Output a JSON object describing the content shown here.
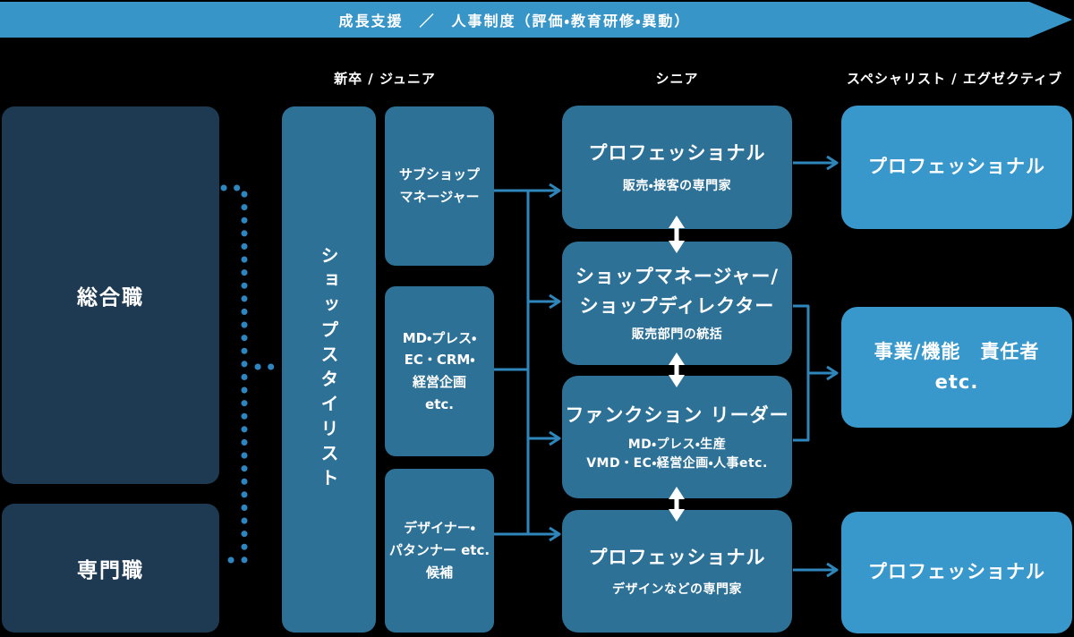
{
  "banner": {
    "label": "成長支援　／　人事制度（評価・教育研修・異動）"
  },
  "column_headers": {
    "junior": "新卒 / ジュニア",
    "senior": "シニア",
    "executive": "スペシャリスト / エグゼクティブ"
  },
  "tracks": {
    "sogo": "総合職",
    "senmon": "専門職"
  },
  "entry": {
    "shop_stylist": "ショップスタイリスト"
  },
  "junior_roles": {
    "sub_shop_manager": "サブショップ\nマネージャー",
    "md_press": "MD・プレス・\nEC・CRM・\n経営企画\netc.",
    "designer": "デザイナー・\nパタンナー etc.\n候補"
  },
  "senior_roles": {
    "professional_sales": {
      "title": "プロフェッショナル",
      "subtitle": "販売・接客の専門家"
    },
    "shop_manager": {
      "title": "ショップマネージャー/\nショップディレクター",
      "subtitle": "販売部門の統括"
    },
    "function_leader": {
      "title": "ファンクション リーダー",
      "subtitle": "MD・プレス・生産\nVMD・EC・経営企画・人事etc."
    },
    "professional_design": {
      "title": "プロフェッショナル",
      "subtitle": "デザインなどの専門家"
    }
  },
  "executive_roles": {
    "professional_top": "プロフェッショナル",
    "business_lead": "事業/機能　責任者\netc.",
    "professional_bottom": "プロフェッショナル"
  },
  "colors": {
    "background": "#000000",
    "banner_blue": "#3795c8",
    "dark_navy": "#1d3a52",
    "mid_blue": "#2d7197",
    "light_blue": "#3898cb",
    "connector_blue": "#2e86bb",
    "dot_blue": "#2e86c1",
    "text_white": "#ffffff"
  }
}
